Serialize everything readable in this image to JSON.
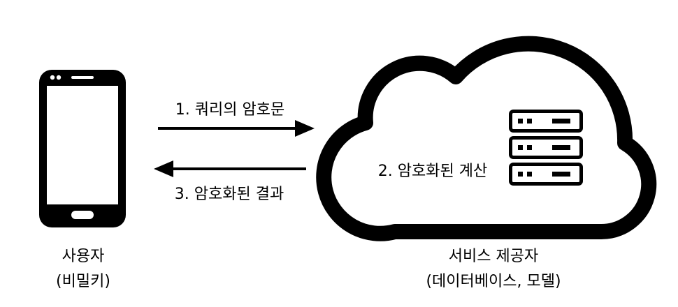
{
  "user": {
    "name": "사용자",
    "sub": "(비밀키)"
  },
  "provider": {
    "name": "서비스 제공자",
    "sub": "(데이터베이스, 모델)"
  },
  "steps": {
    "query": "1. 쿼리의 암호문",
    "compute": "2. 암호화된 계산",
    "result": "3. 암호화된 결과"
  },
  "icons": {
    "user_device": "smartphone-icon",
    "provider_host": "cloud-icon",
    "server": "server-rack-icon"
  },
  "colors": {
    "stroke": "#000000",
    "background": "#ffffff"
  }
}
